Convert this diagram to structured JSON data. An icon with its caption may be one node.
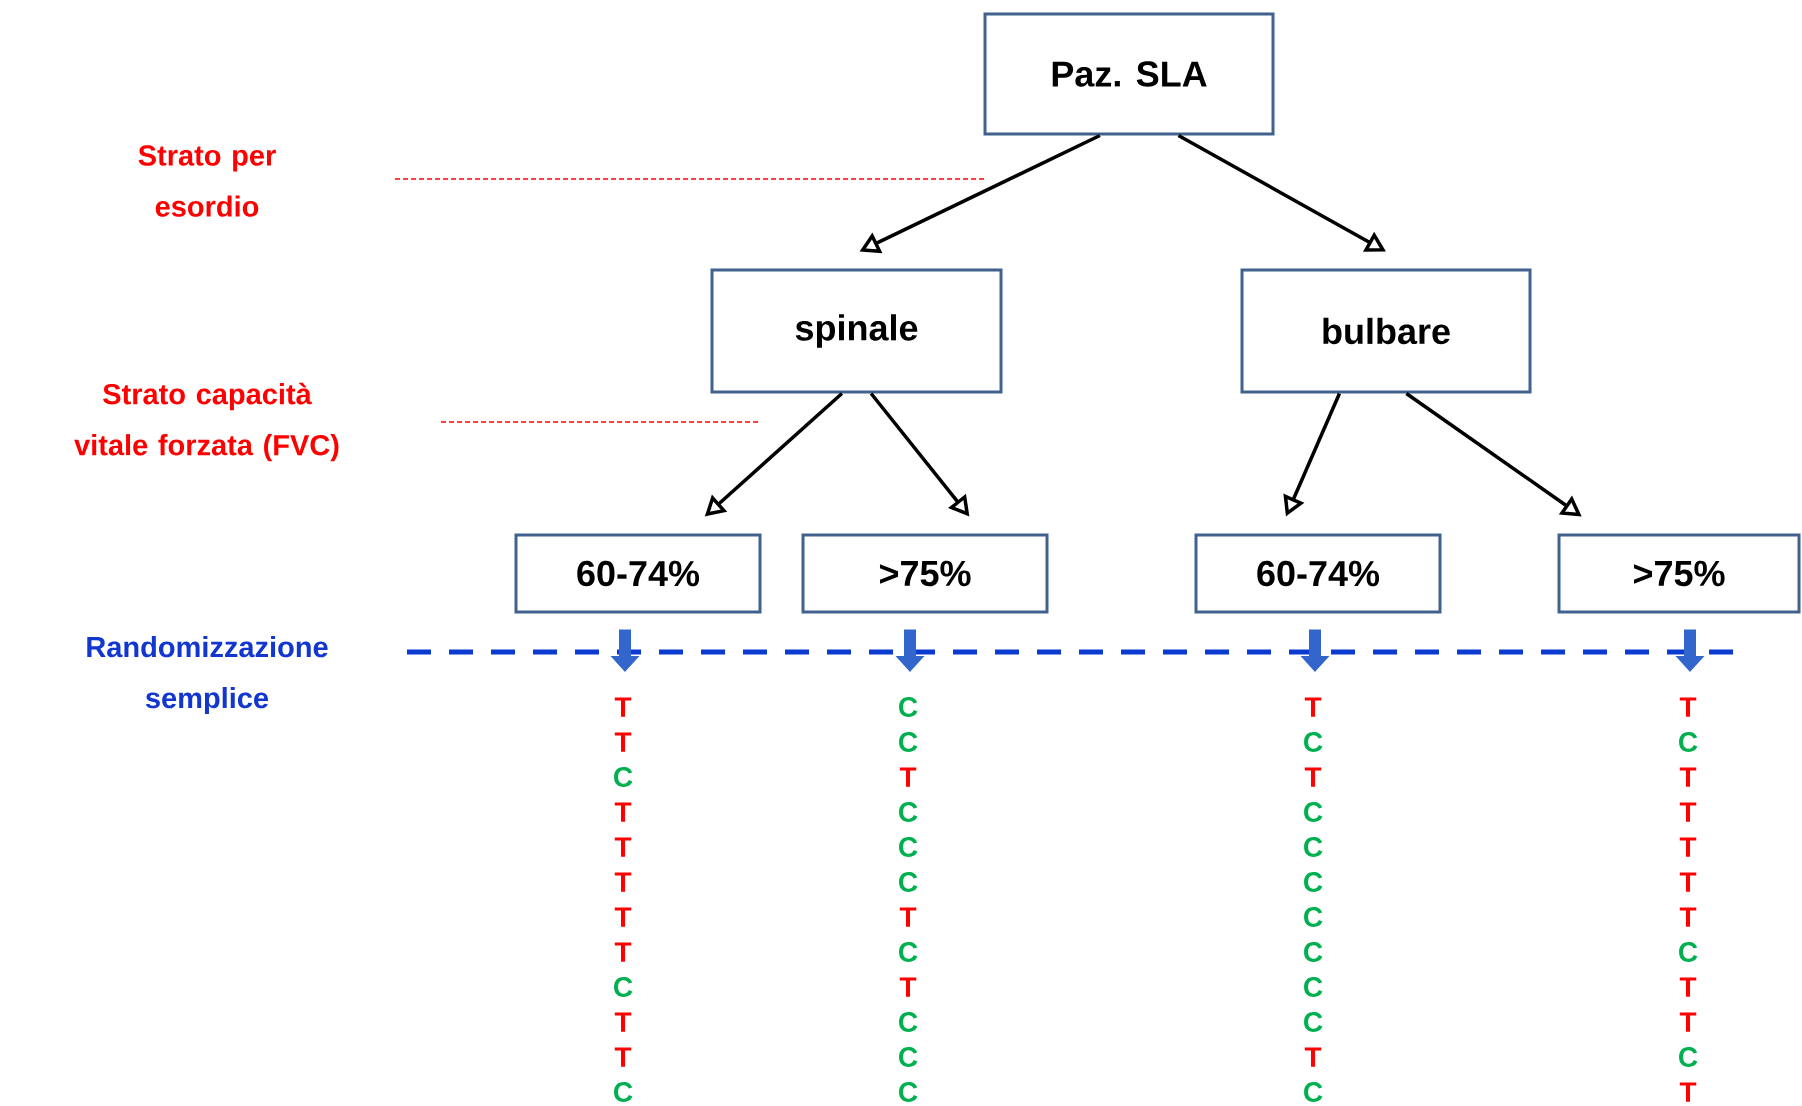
{
  "diagram": {
    "nodes": [
      {
        "text": [
          "Paz. SLA"
        ]
      },
      {
        "text": [
          "spinale"
        ]
      },
      {
        "text": [
          "bulbare"
        ]
      },
      {
        "text": [
          "60-74%"
        ]
      },
      {
        "text": [
          ">75%"
        ]
      },
      {
        "text": [
          "60-74%"
        ]
      },
      {
        "text": [
          ">75%"
        ]
      }
    ],
    "edges": [
      {
        "from": 0,
        "to": 1,
        "arrow": "to"
      },
      {
        "from": 0,
        "to": 2,
        "arrow": "to"
      },
      {
        "from": 1,
        "to": 3,
        "arrow": "to"
      },
      {
        "from": 1,
        "to": 4,
        "arrow": "to"
      },
      {
        "from": 2,
        "to": 5,
        "arrow": "to"
      },
      {
        "from": 2,
        "to": 6,
        "arrow": "to"
      },
      {
        "from": 3,
        "to": null,
        "arrow": "to",
        "style": "thick",
        "color": "#3366cc"
      },
      {
        "from": 4,
        "to": null,
        "arrow": "to",
        "style": "thick",
        "color": "#3366cc"
      },
      {
        "from": 5,
        "to": null,
        "arrow": "to",
        "style": "thick",
        "color": "#3366cc"
      },
      {
        "from": 6,
        "to": null,
        "arrow": "to",
        "style": "thick",
        "color": "#3366cc"
      }
    ],
    "labels": [
      "Strato per esordio",
      "Strato capacità vitale forzata (FVC)",
      "Randomizzazione semplice",
      "T",
      "C",
      "T",
      "T",
      "T",
      "C",
      "C",
      "C",
      "C",
      "T",
      "T",
      "T",
      "T",
      "C",
      "C",
      "T",
      "T",
      "C",
      "C",
      "T",
      "T",
      "C",
      "C",
      "T",
      "T",
      "T",
      "C",
      "T",
      "T",
      "C",
      "C",
      "C",
      "C",
      "T",
      "C",
      "T",
      "T",
      "C",
      "C",
      "T",
      "T",
      "C",
      "T",
      "C",
      "C",
      "C",
      "C",
      "T"
    ]
  }
}
